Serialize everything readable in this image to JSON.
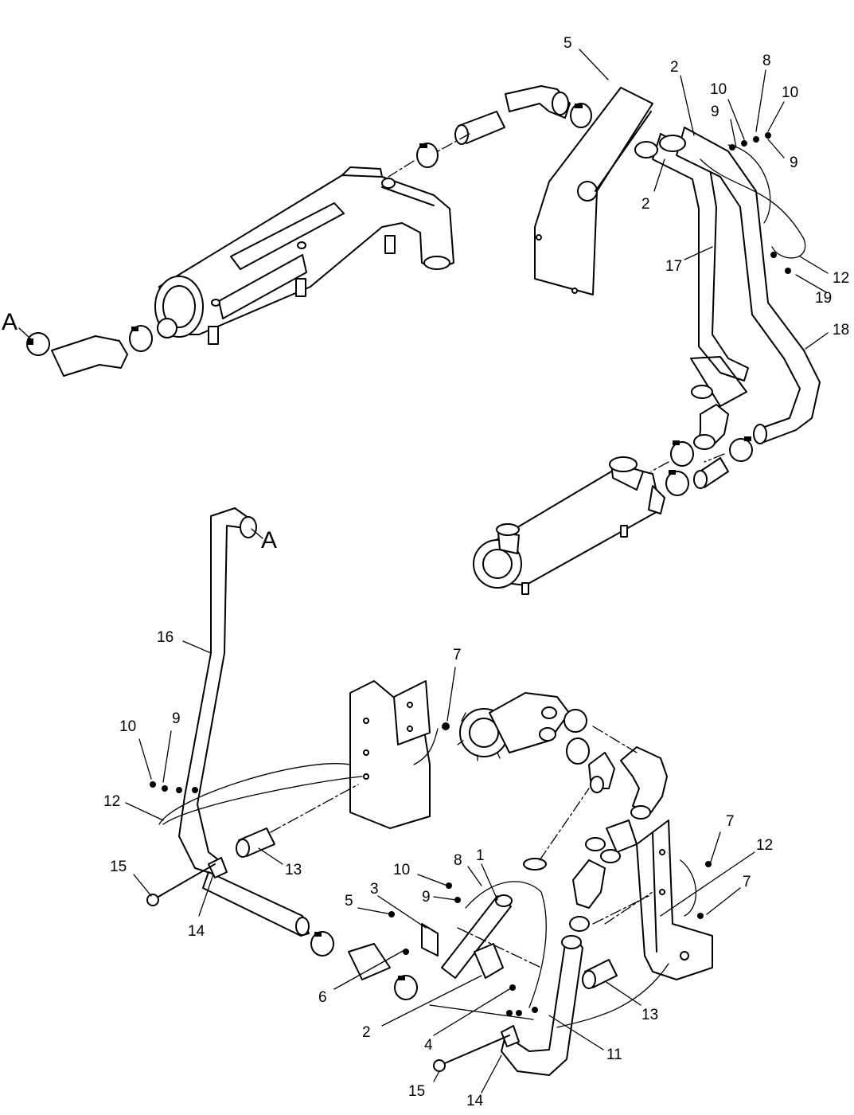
{
  "callouts": [
    {
      "id": "c5a",
      "text": "5"
    },
    {
      "id": "c2a",
      "text": "2"
    },
    {
      "id": "c8a",
      "text": "8"
    },
    {
      "id": "c10a",
      "text": "10"
    },
    {
      "id": "c10b",
      "text": "10"
    },
    {
      "id": "c9a",
      "text": "9"
    },
    {
      "id": "c9b",
      "text": "9"
    },
    {
      "id": "c2b",
      "text": "2"
    },
    {
      "id": "c17",
      "text": "17"
    },
    {
      "id": "c12a",
      "text": "12"
    },
    {
      "id": "c19",
      "text": "19"
    },
    {
      "id": "c18",
      "text": "18"
    },
    {
      "id": "cAa",
      "text": "A"
    },
    {
      "id": "cAb",
      "text": "A"
    },
    {
      "id": "c16",
      "text": "16"
    },
    {
      "id": "c7a",
      "text": "7"
    },
    {
      "id": "c10c",
      "text": "10"
    },
    {
      "id": "c9c",
      "text": "9"
    },
    {
      "id": "c12b",
      "text": "12"
    },
    {
      "id": "c13a",
      "text": "13"
    },
    {
      "id": "c15a",
      "text": "15"
    },
    {
      "id": "c14a",
      "text": "14"
    },
    {
      "id": "c1",
      "text": "1"
    },
    {
      "id": "c8b",
      "text": "8"
    },
    {
      "id": "c10d",
      "text": "10"
    },
    {
      "id": "c3",
      "text": "3"
    },
    {
      "id": "c9d",
      "text": "9"
    },
    {
      "id": "c5b",
      "text": "5"
    },
    {
      "id": "c6",
      "text": "6"
    },
    {
      "id": "c7b",
      "text": "7"
    },
    {
      "id": "c12c",
      "text": "12"
    },
    {
      "id": "c7c",
      "text": "7"
    },
    {
      "id": "c13b",
      "text": "13"
    },
    {
      "id": "c2c",
      "text": "2"
    },
    {
      "id": "c4",
      "text": "4"
    },
    {
      "id": "c11",
      "text": "11"
    },
    {
      "id": "c15b",
      "text": "15"
    },
    {
      "id": "c14b",
      "text": "14"
    }
  ]
}
